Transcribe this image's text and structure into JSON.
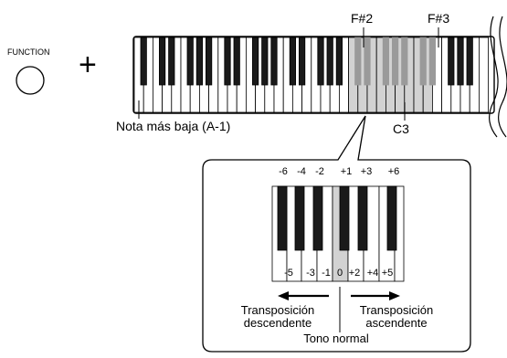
{
  "function_button": {
    "label": "FUNCTION"
  },
  "plus_sign": "+",
  "keyboard": {
    "label_f_sharp_2": "F#2",
    "label_f_sharp_3": "F#3",
    "label_c3": "C3",
    "label_lowest_note": "Nota más baja (A-1)"
  },
  "zoom": {
    "top_values": [
      "-6",
      "-4",
      "-2",
      "+1",
      "+3",
      "+6"
    ],
    "bottom_values": [
      "-5",
      "-3",
      "-1",
      "0",
      "+2",
      "+4",
      "+5"
    ],
    "transpose_down": [
      "Transposición",
      "descendente"
    ],
    "transpose_up": [
      "Transposición",
      "ascendente"
    ],
    "normal_tone": "Tono normal"
  },
  "colors": {
    "highlight": "#d2d2d2",
    "black_key": "#1a1a1a",
    "outline": "#000000"
  }
}
